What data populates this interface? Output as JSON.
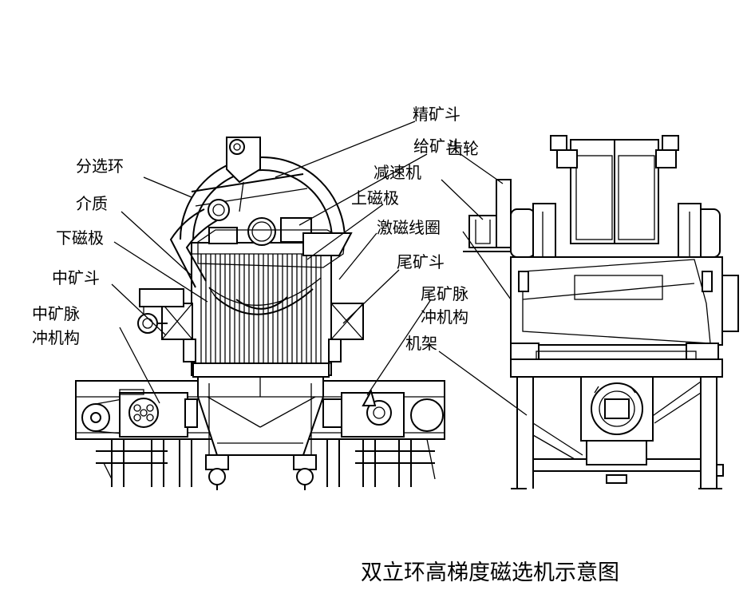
{
  "labels": {
    "jing_kuang_dou": "精矿斗",
    "gei_kuang_dou": "给矿斗",
    "fen_xuan_huan": "分选环",
    "chi_lun": "齿轮",
    "jian_su_ji": "减速机",
    "jie_zhi": "介质",
    "shang_ci_ji": "上磁极",
    "xia_ci_ji": "下磁极",
    "ji_ci_xian_quan": "激磁线圈",
    "wei_kuang_dou": "尾矿斗",
    "zhong_kuang_dou": "中矿斗",
    "wei_kuang_mai_line1": "尾矿脉",
    "wei_kuang_mai_line2": "冲机构",
    "zhong_kuang_mai_line1": "中矿脉",
    "zhong_kuang_mai_line2": "冲机构",
    "ji_jia": "机架"
  },
  "caption": "双立环高梯度磁选机示意图"
}
